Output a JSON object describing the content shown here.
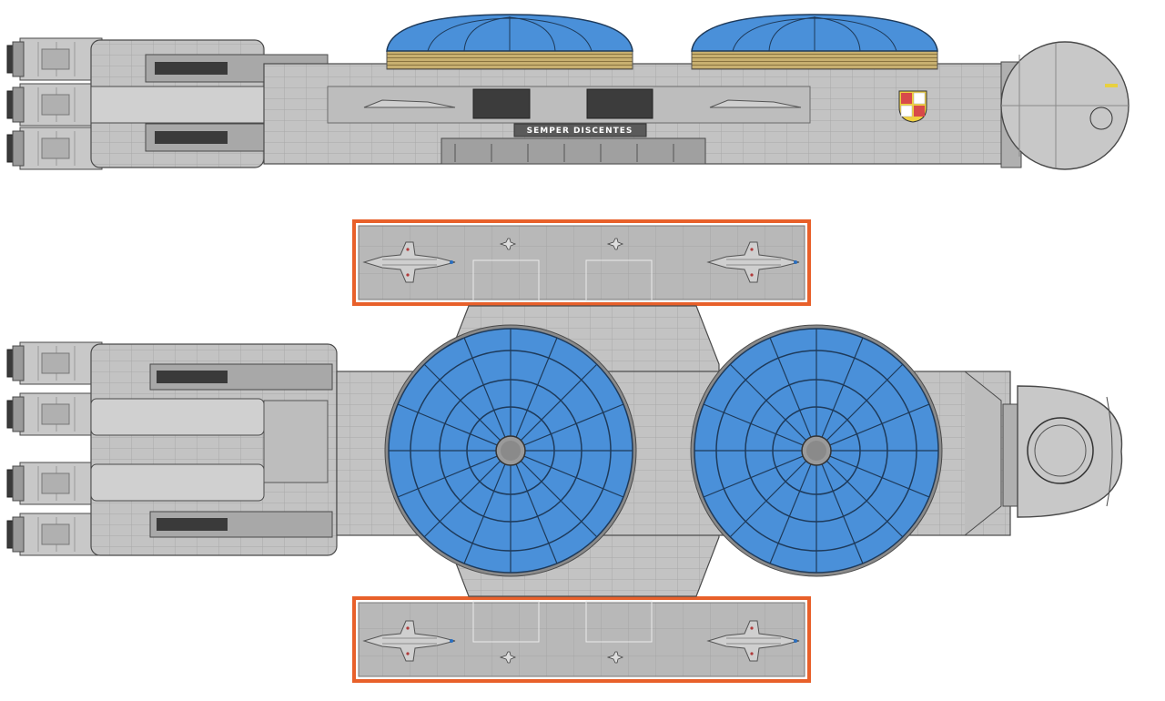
{
  "hull_inscription": "SEMPER DISCENTES",
  "views": {
    "side": "side-view",
    "top": "top-view"
  },
  "colors": {
    "hull": "#c3c3c3",
    "hull_light": "#d2d2d2",
    "hull_dark": "#9a9a9a",
    "outline": "#4a4a4a",
    "dome": "#4a90d9",
    "dome_line": "#1e3a5a",
    "trim_gold": "#c8b070",
    "flight_deck": "#b4b4b4",
    "deck_edge": "#e8602a",
    "engine_dark": "#3a3a3a",
    "label_plate": "#5a5a5a"
  }
}
